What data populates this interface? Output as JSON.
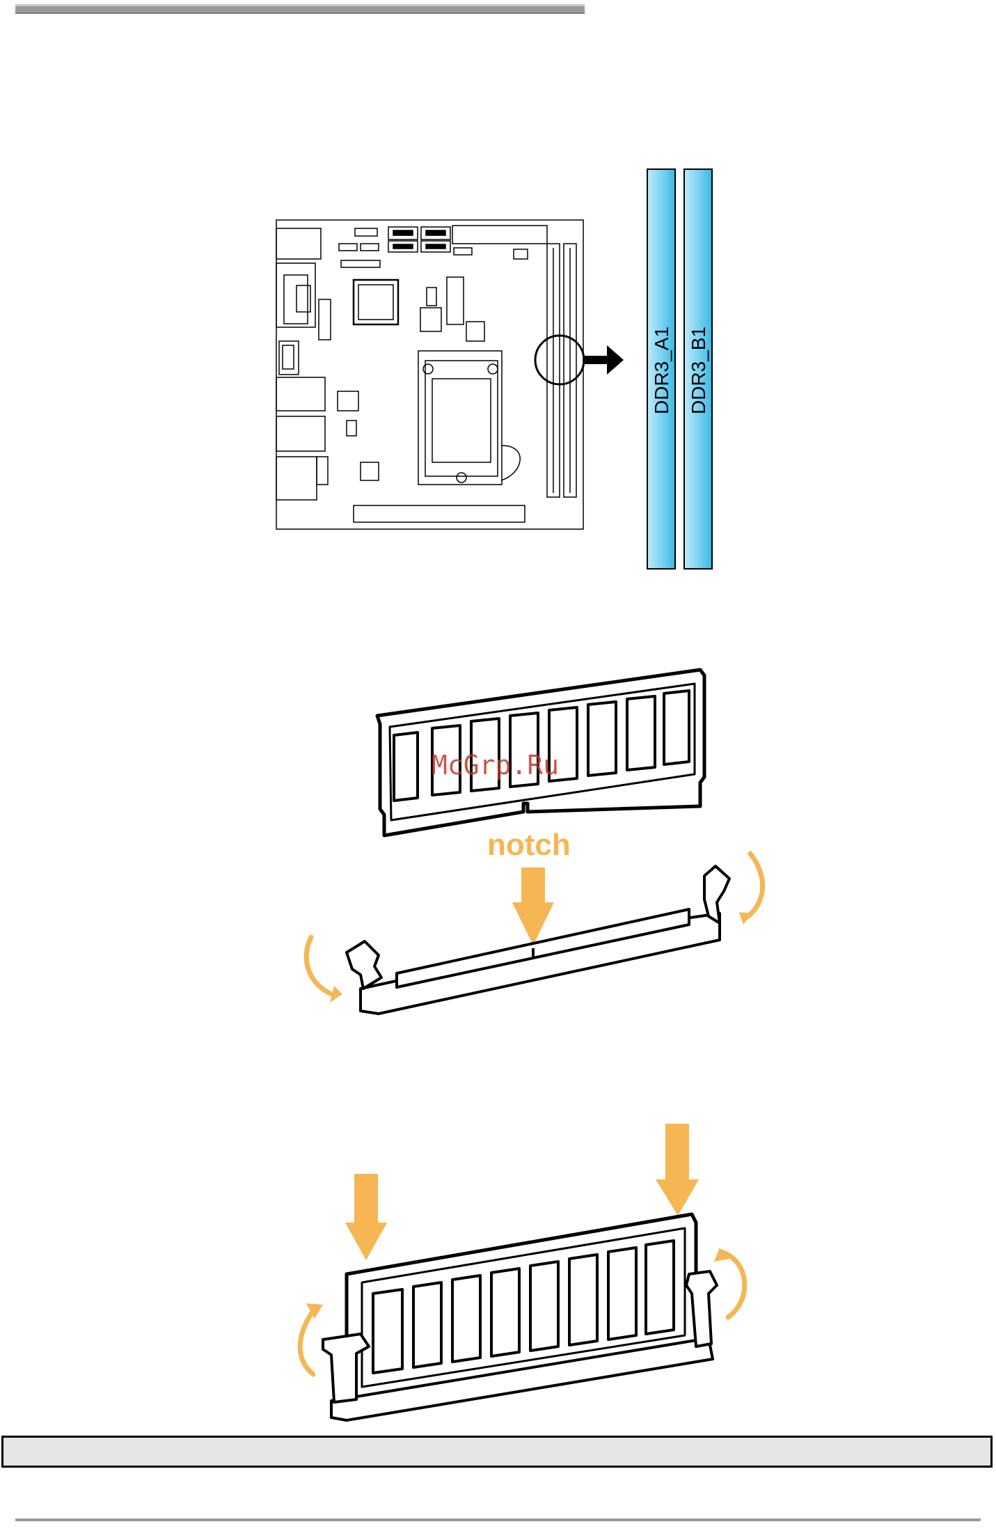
{
  "slots": {
    "slot_a": "DDR3_A1",
    "slot_b": "DDR3_B1"
  },
  "install": {
    "notch_label": "notch"
  },
  "watermark": "McGrp.Ru",
  "colors": {
    "slot_blue": "#4fc3ef",
    "accent_orange": "#f5b653",
    "note_box_gray": "#e6e6e6"
  }
}
